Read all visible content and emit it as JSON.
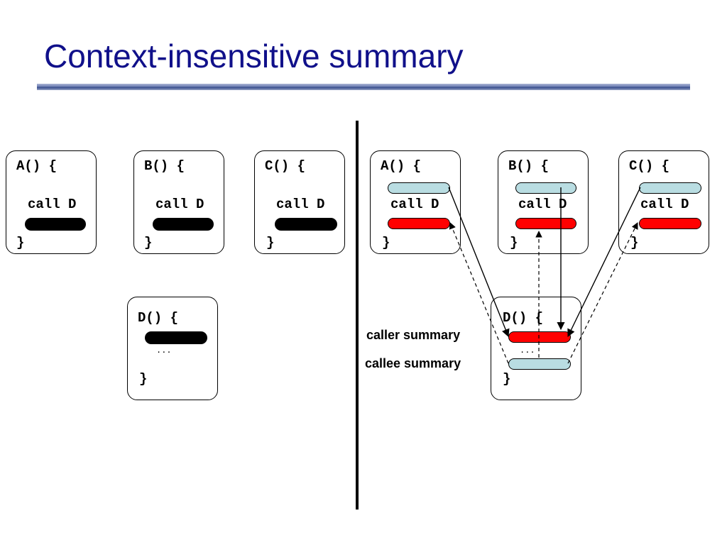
{
  "slide": {
    "title": "Context-insensitive summary"
  },
  "left_panel": {
    "box_a": {
      "header": "A() {",
      "call": "call D",
      "close": "}"
    },
    "box_b": {
      "header": "B() {",
      "call": "call D",
      "close": "}"
    },
    "box_c": {
      "header": "C() {",
      "call": "call D",
      "close": "}"
    },
    "box_d": {
      "header": "D() {",
      "dots": "...",
      "close": "}"
    }
  },
  "right_panel": {
    "box_a": {
      "header": "A() {",
      "call": "call D",
      "close": "}"
    },
    "box_b": {
      "header": "B() {",
      "call": "call D",
      "close": "}"
    },
    "box_c": {
      "header": "C() {",
      "call": "call D",
      "close": "}"
    },
    "box_d": {
      "header": "D() {",
      "dots": "...",
      "close": "}"
    },
    "caller_summary_label": "caller summary",
    "callee_summary_label": "callee summary"
  },
  "colors": {
    "title": "#10108a",
    "summary_red": "#ff0000",
    "summary_blue": "#b9dde2"
  }
}
